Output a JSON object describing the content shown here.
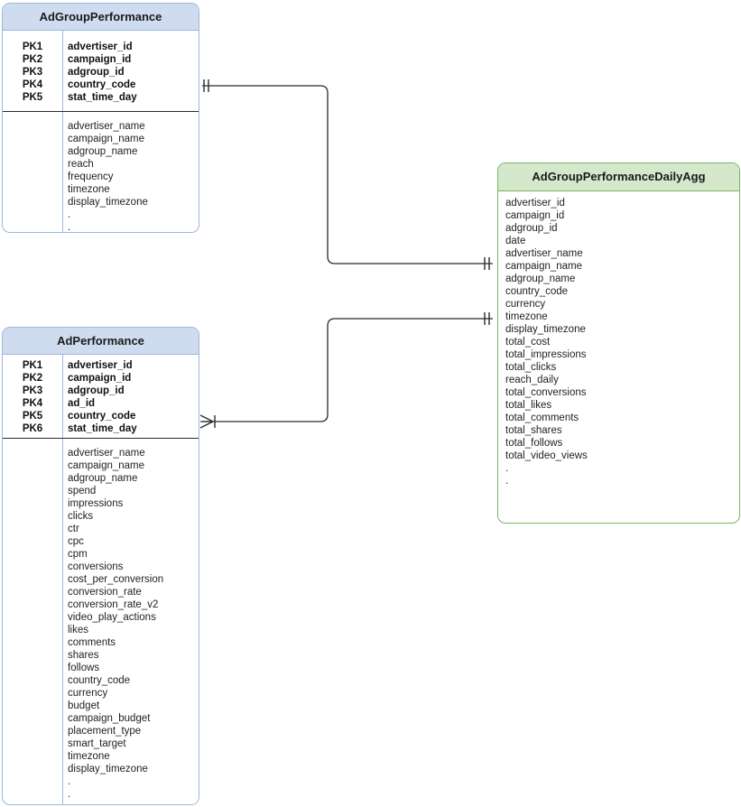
{
  "diagram": {
    "type": "entity-relationship-diagram",
    "background": "#ffffff",
    "colors": {
      "blue_header_fill": "#cfdcf0",
      "blue_border": "#9db8dc",
      "green_header_fill": "#d5e8cc",
      "green_border": "#7ab661",
      "connector_line": "#2b2b2b",
      "text": "#1f1f1f"
    }
  },
  "entities": [
    {
      "id": "adgroup_performance",
      "title": "AdGroupPerformance",
      "style": "blue",
      "pk_labels": [
        "PK1",
        "PK2",
        "PK3",
        "PK4",
        "PK5"
      ],
      "pk_fields": [
        "advertiser_id",
        "campaign_id",
        "adgroup_id",
        "country_code",
        "stat_time_day"
      ],
      "attributes": [
        "advertiser_name",
        "campaign_name",
        "adgroup_name",
        "reach",
        "frequency",
        "timezone",
        "display_timezone",
        ".",
        "."
      ]
    },
    {
      "id": "ad_performance",
      "title": "AdPerformance",
      "style": "blue",
      "pk_labels": [
        "PK1",
        "PK2",
        "PK3",
        "PK4",
        "PK5",
        "PK6"
      ],
      "pk_fields": [
        "advertiser_id",
        "campaign_id",
        "adgroup_id",
        "ad_id",
        "country_code",
        "stat_time_day"
      ],
      "attributes": [
        "advertiser_name",
        "campaign_name",
        "adgroup_name",
        "spend",
        "impressions",
        "clicks",
        "ctr",
        "cpc",
        "cpm",
        "conversions",
        "cost_per_conversion",
        "conversion_rate",
        "conversion_rate_v2",
        "video_play_actions",
        "likes",
        "comments",
        "shares",
        "follows",
        "country_code",
        "currency",
        "budget",
        "campaign_budget",
        "placement_type",
        "smart_target",
        "timezone",
        "display_timezone",
        ".",
        "."
      ]
    },
    {
      "id": "adgroup_performance_daily_agg",
      "title": "AdGroupPerformanceDailyAgg",
      "style": "green",
      "pk_labels": [],
      "pk_fields": [],
      "attributes": [
        "advertiser_id",
        "campaign_id",
        "adgroup_id",
        "date",
        "advertiser_name",
        "campaign_name",
        "adgroup_name",
        "country_code",
        "currency",
        "timezone",
        "display_timezone",
        "total_cost",
        "total_impressions",
        "total_clicks",
        "reach_daily",
        "total_conversions",
        "total_likes",
        "total_comments",
        "total_shares",
        "total_follows",
        "total_video_views",
        ".",
        "."
      ]
    }
  ],
  "relationships": [
    {
      "id": "rel-adgroup-to-agg",
      "from": "AdGroupPerformance",
      "to": "AdGroupPerformanceDailyAgg",
      "from_cardinality": "one",
      "to_cardinality": "one",
      "from_marker": "one-tick",
      "to_marker": "one-tick"
    },
    {
      "id": "rel-ad-to-agg",
      "from": "AdPerformance",
      "to": "AdGroupPerformanceDailyAgg",
      "from_cardinality": "many",
      "to_cardinality": "one",
      "from_marker": "crows-foot",
      "to_marker": "one-tick"
    }
  ]
}
